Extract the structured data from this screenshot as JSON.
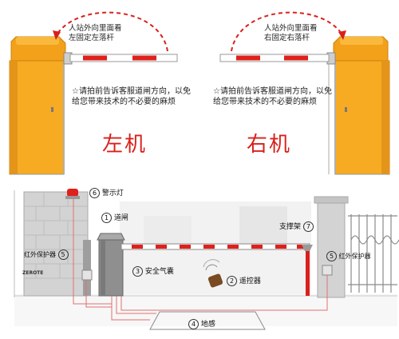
{
  "top": {
    "arc_note_left": "人站外向里面看\n左固定左落杆",
    "arc_note_right": "人站外向里面看\n右固定右落杆",
    "tip_left": "☆请拍前告诉客服道闸方向，以免\n给您带来技术的不必要的麻烦",
    "tip_right": "☆请拍前告诉客服道闸方向，以免\n给您带来技术的不必要的麻烦",
    "left_machine": "左机",
    "right_machine": "右机"
  },
  "diagram": {
    "labels": [
      {
        "num": "1",
        "text": "道闸"
      },
      {
        "num": "2",
        "text": "遥控器"
      },
      {
        "num": "3",
        "text": "安全气囊"
      },
      {
        "num": "4",
        "text": "地感"
      },
      {
        "num": "5",
        "text": "红外保护器"
      },
      {
        "num": "5",
        "text": "红外保护器"
      },
      {
        "num": "6",
        "text": "警示灯"
      },
      {
        "num": "7",
        "text": "支撑架"
      }
    ],
    "gate_brand": "ZEROTE"
  },
  "colors": {
    "cabinet": "#f6a51e",
    "cabinet_dark": "#d4870f",
    "arm_stripe": "#e0201a",
    "arrow": "#d9201b",
    "wire": "#e07070"
  }
}
